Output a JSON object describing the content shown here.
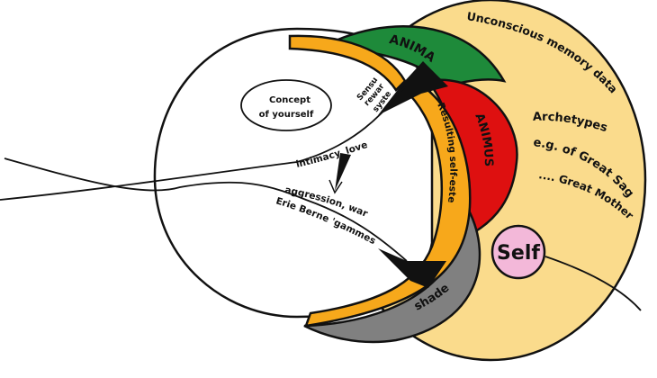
{
  "colors": {
    "unconscious": "#FADB8C",
    "anima": "#1E8A3A",
    "animus": "#DE1010",
    "self_esteem": "#F7A81B",
    "shade": "#808080",
    "self": "#F3B8D9",
    "outline": "#111111",
    "conscious": "#FFFFFF"
  },
  "labels": {
    "unconscious": "Unconscious memory data",
    "archetypes": "Archetypes",
    "example_sage": "e.g. of Great Sage",
    "example_mother": ".... Great Mother",
    "anima": "ANIMA",
    "animus": "ANIMUS",
    "self_esteem": "Resulting self-esteem",
    "shade": "shade",
    "self": "Self",
    "concept_line1": "Concept",
    "concept_line2": "of yourself",
    "sensual_line1": "Sensual",
    "sensual_line2": "reward",
    "sensual_line3": "system",
    "intimacy": "intimacy, love",
    "aggression": "aggression, war",
    "berne": "Erie Berne 'gammes'"
  }
}
